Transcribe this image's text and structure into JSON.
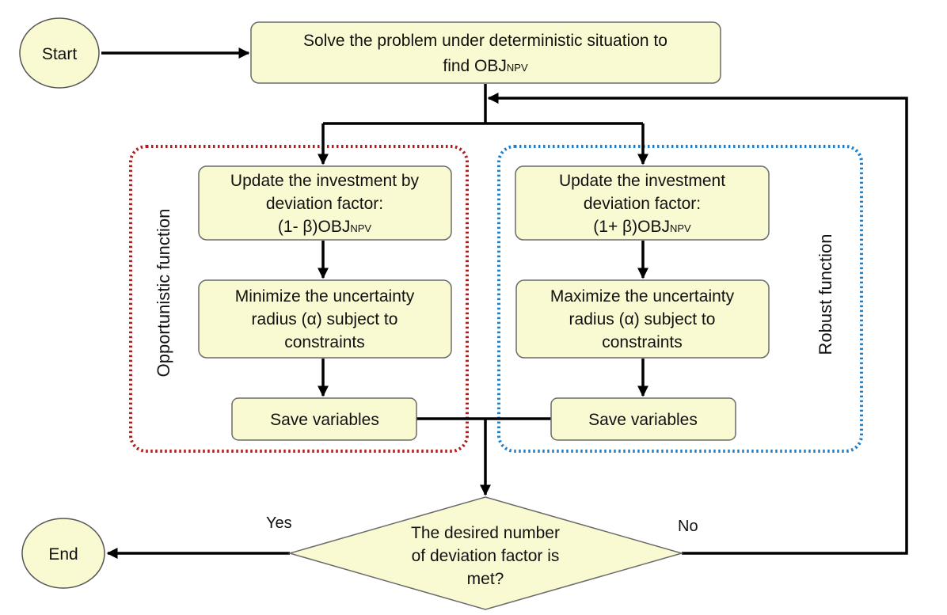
{
  "nodes": {
    "start": "Start",
    "end": "End",
    "solve": {
      "line1": "Solve the problem under deterministic situation to",
      "line2_pre": "find  OBJ",
      "line2_sub": "NPV"
    },
    "opp_update": {
      "line1": "Update the investment by",
      "line2": "deviation factor:",
      "line3_pre": "(1- β)OBJ",
      "line3_sub": "NPV"
    },
    "rob_update": {
      "line1": "Update the investment",
      "line2": "deviation factor:",
      "line3_pre": "(1+ β)OBJ",
      "line3_sub": "NPV"
    },
    "opp_minimize": {
      "line1": "Minimize the uncertainty",
      "line2": "radius (α) subject to",
      "line3": "constraints"
    },
    "rob_maximize": {
      "line1": "Maximize the uncertainty",
      "line2": "radius (α) subject to",
      "line3": "constraints"
    },
    "opp_save": "Save variables",
    "rob_save": "Save variables",
    "decision": {
      "line1": "The desired number",
      "line2": "of deviation factor is",
      "line3": "met?"
    }
  },
  "groups": {
    "opportunistic": {
      "label": "Opportunistic function",
      "color": "#b01c1c"
    },
    "robust": {
      "label": "Robust function",
      "color": "#1f7fc8"
    }
  },
  "edge_labels": {
    "yes": "Yes",
    "no": "No"
  },
  "colors": {
    "node_fill": "#fafad2",
    "arrow": "#000000"
  }
}
